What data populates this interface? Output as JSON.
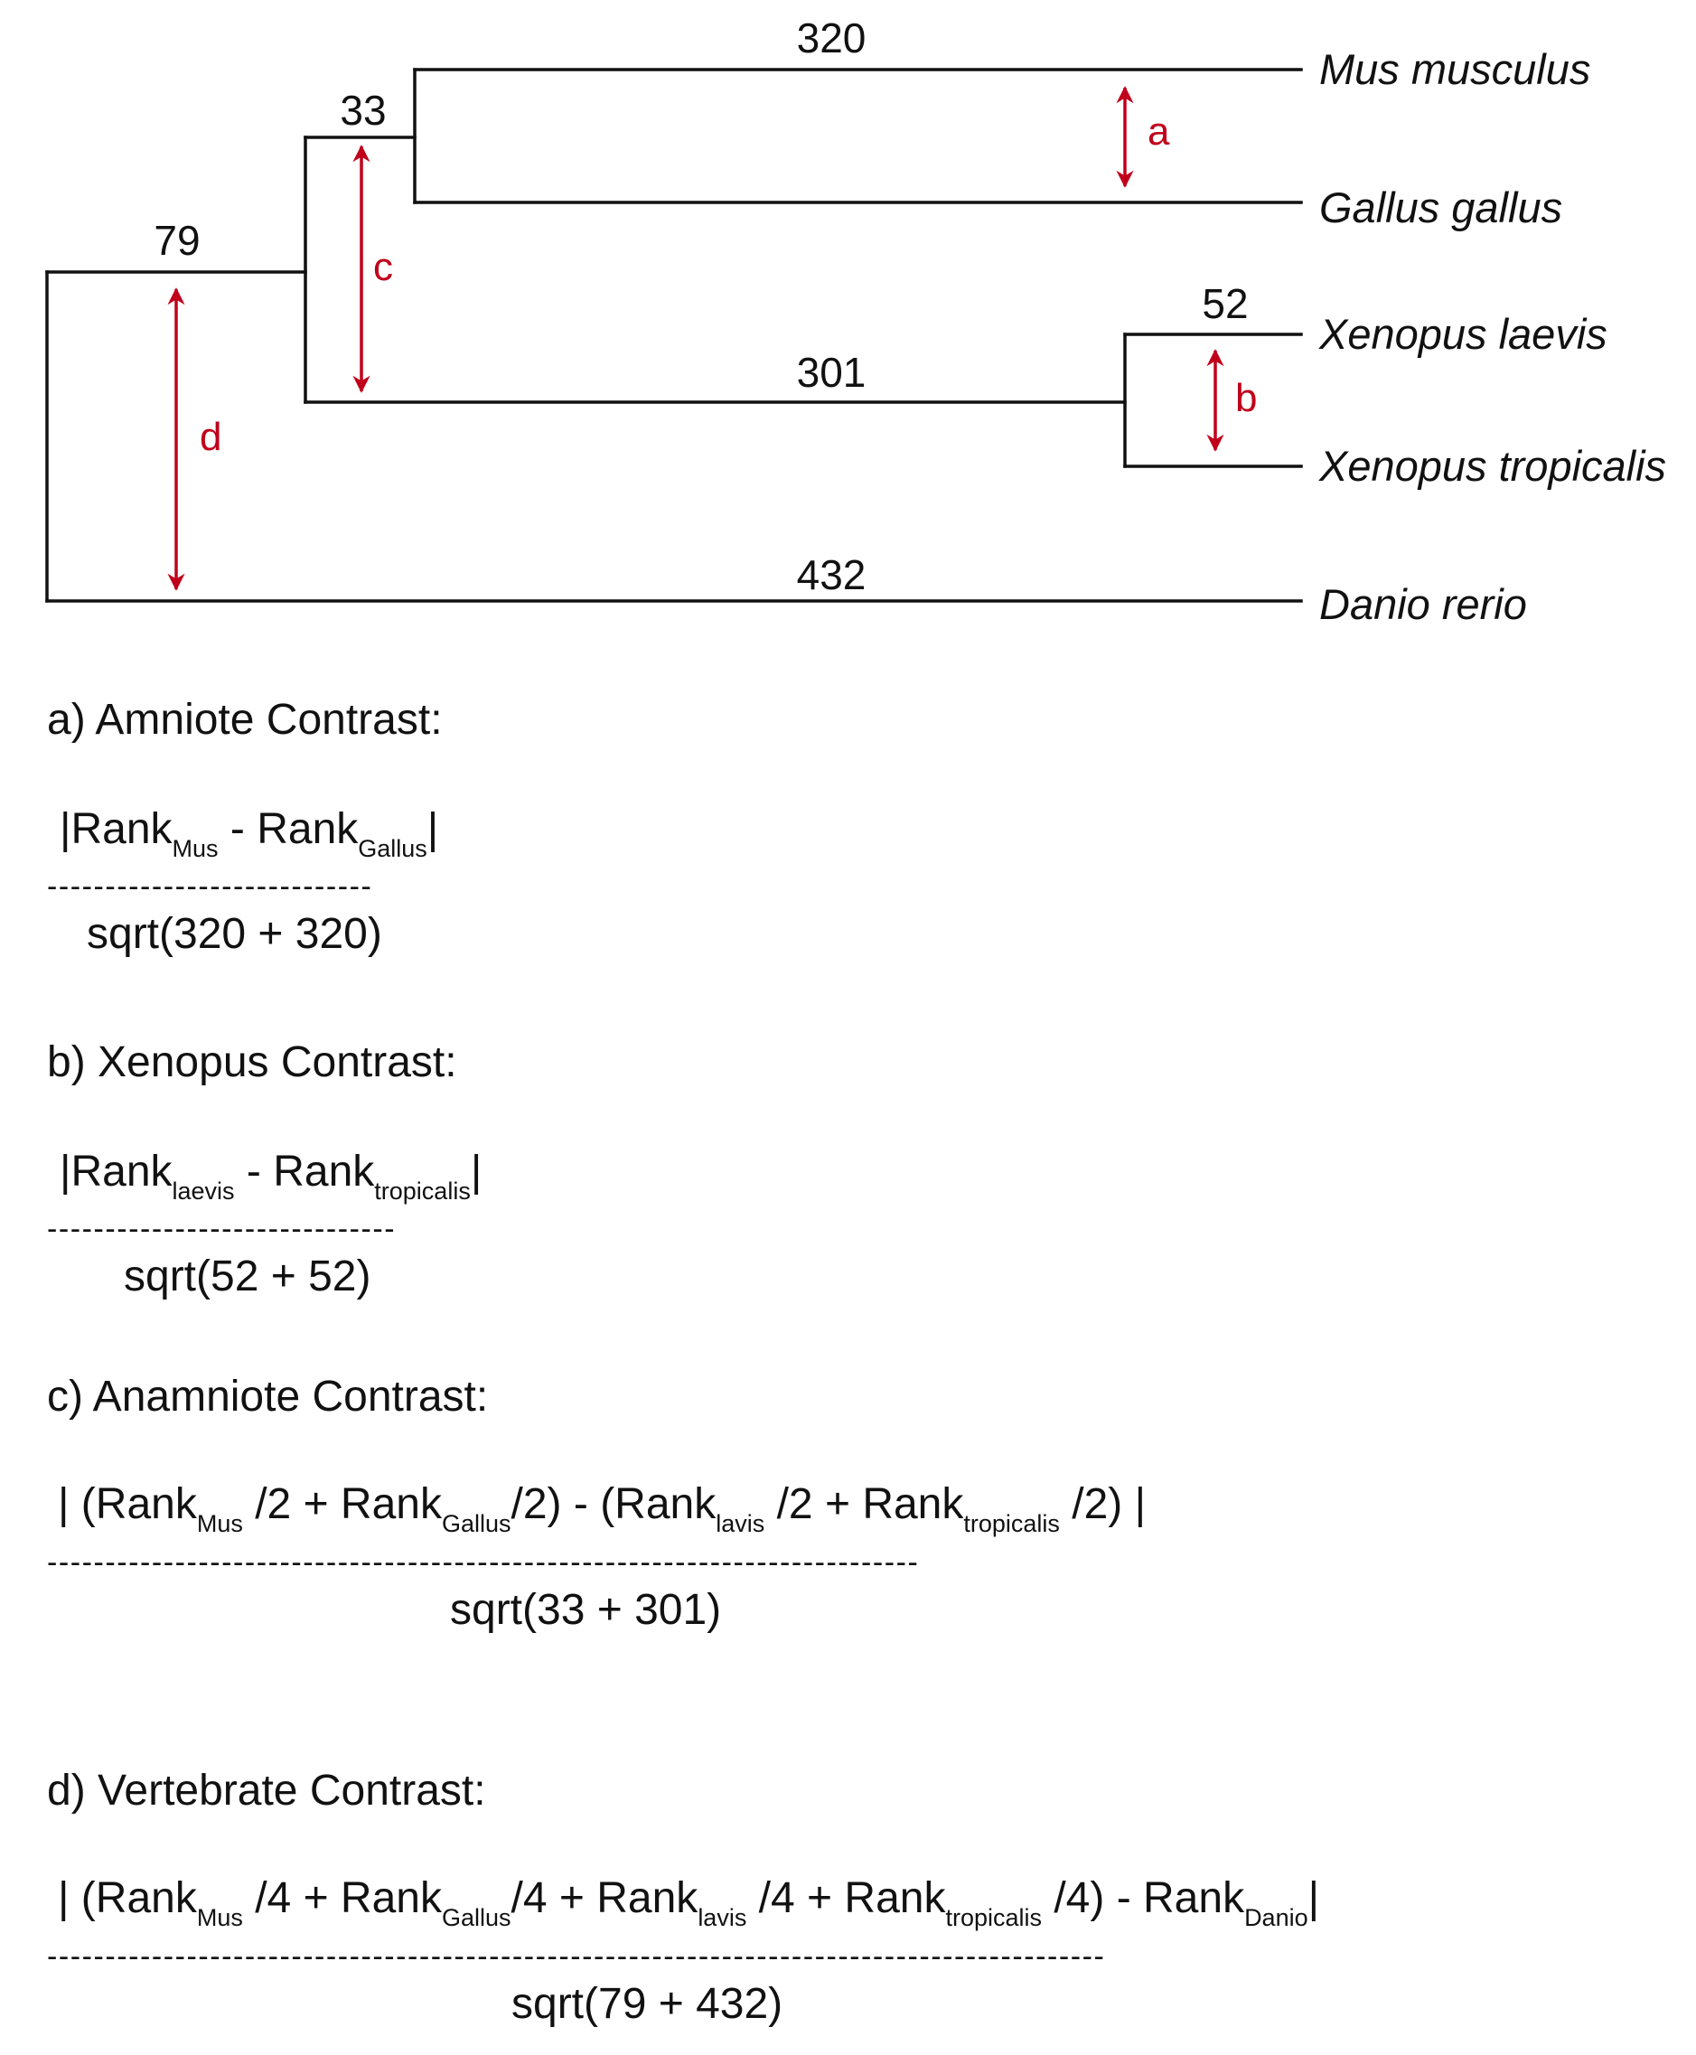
{
  "tree": {
    "branch_lengths": {
      "mus_gallus": "320",
      "amniote_stem": "33",
      "root_amniote_anamniote": "79",
      "xenopus_pair": "52",
      "anamniote_stem": "301",
      "danio": "432"
    },
    "taxa": {
      "mus": "Mus musculus",
      "gallus": "Gallus gallus",
      "laevis": "Xenopus laevis",
      "tropicalis": "Xenopus tropicalis",
      "danio": "Danio rerio"
    },
    "contrast_labels": {
      "a": "a",
      "b": "b",
      "c": "c",
      "d": "d"
    },
    "colors": {
      "line": "#111111",
      "arrow": "#c0001a"
    }
  },
  "contrasts": {
    "a": {
      "heading": "a) Amniote Contrast:",
      "numerator": [
        "|Rank",
        "Mus",
        " - Rank",
        "Gallus",
        "|"
      ],
      "bar": "----------------------------",
      "denominator": "sqrt(320 + 320)"
    },
    "b": {
      "heading": "b) Xenopus Contrast:",
      "numerator": [
        "|Rank",
        "laevis",
        " - Rank",
        "tropicalis",
        "|"
      ],
      "bar": "------------------------------",
      "denominator": "sqrt(52 + 52)"
    },
    "c": {
      "heading": "c) Anamniote Contrast:",
      "numerator": [
        "| (Rank",
        "Mus",
        " /2 + Rank",
        "Gallus",
        "/2) - (Rank",
        "lavis",
        " /2 + Rank",
        "tropicalis",
        " /2) |"
      ],
      "bar": "---------------------------------------------------------------------------",
      "denominator": "sqrt(33 + 301)"
    },
    "d": {
      "heading": "d) Vertebrate Contrast:",
      "numerator": [
        "| (Rank",
        "Mus",
        " /4 + Rank",
        "Gallus",
        "/4 + Rank",
        "lavis",
        " /4 + Rank",
        "tropicalis",
        " /4) - Rank",
        "Danio",
        "|"
      ],
      "bar": "-------------------------------------------------------------------------------------------",
      "denominator": "sqrt(79 + 432)"
    }
  }
}
